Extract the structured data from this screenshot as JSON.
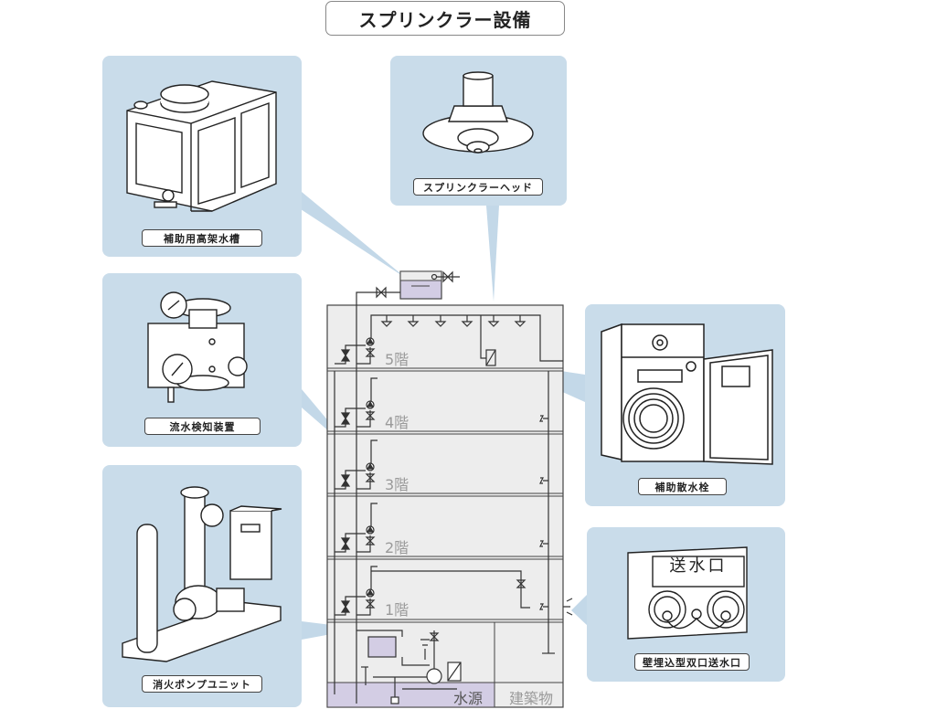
{
  "title": "スプリンクラー設備",
  "colors": {
    "panel": "#c9dcea",
    "pointer": "#c3d8e8",
    "building": "#ededed",
    "water": "#d3cde4",
    "line": "#333333",
    "floor_text": "#9a9a9a"
  },
  "components": [
    {
      "id": "auxiliary-elevated-tank",
      "label": "補助用高架水槽",
      "icon": "water-tank-icon"
    },
    {
      "id": "sprinkler-head",
      "label": "スプリンクラーヘッド",
      "icon": "sprinkler-head-icon"
    },
    {
      "id": "flow-detector",
      "label": "流水検知装置",
      "icon": "flow-detector-valve-icon"
    },
    {
      "id": "fire-pump-unit",
      "label": "消火ポンプユニット",
      "icon": "fire-pump-unit-icon"
    },
    {
      "id": "auxiliary-hydrant",
      "label": "補助散水栓",
      "icon": "hose-cabinet-icon"
    },
    {
      "id": "siamese-connection",
      "label": "壁埋込型双口送水口",
      "icon": "twin-inlet-icon",
      "plate_text": "送水口"
    }
  ],
  "building": {
    "floors": [
      "5階",
      "4階",
      "3階",
      "2階",
      "1階"
    ],
    "water_source_label": "水源",
    "building_label": "建築物"
  }
}
